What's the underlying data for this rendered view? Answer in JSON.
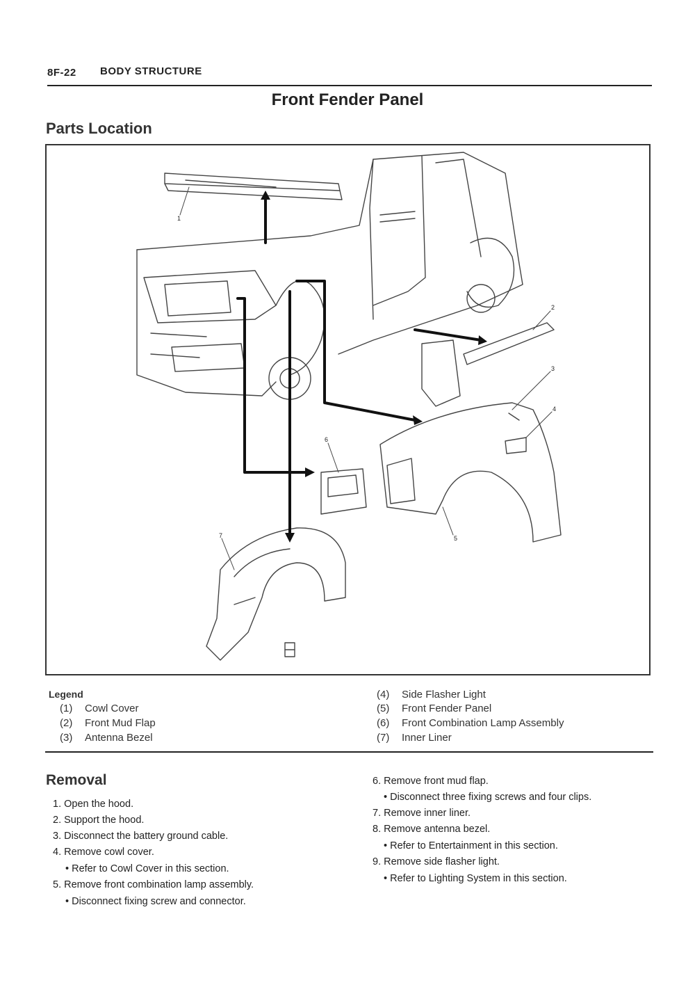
{
  "header": {
    "page_code": "8F-22",
    "section": "BODY STRUCTURE"
  },
  "title": "Front Fender Panel",
  "subtitle": "Parts Location",
  "figure": {
    "callouts": [
      "1",
      "2",
      "3",
      "4",
      "5",
      "6",
      "7"
    ]
  },
  "legend": {
    "title": "Legend",
    "items": [
      {
        "num": "(1)",
        "label": "Cowl Cover"
      },
      {
        "num": "(2)",
        "label": "Front Mud Flap"
      },
      {
        "num": "(3)",
        "label": "Antenna Bezel"
      },
      {
        "num": "(4)",
        "label": "Side Flasher Light"
      },
      {
        "num": "(5)",
        "label": "Front Fender Panel"
      },
      {
        "num": "(6)",
        "label": "Front Combination Lamp Assembly"
      },
      {
        "num": "(7)",
        "label": "Inner Liner"
      }
    ]
  },
  "removal": {
    "title": "Removal",
    "steps": [
      "1. Open the hood.",
      "2. Support the hood.",
      "3. Disconnect the battery ground cable.",
      "4. Remove cowl cover.",
      "• Refer to Cowl Cover in this section.",
      "5. Remove front combination lamp assembly.",
      "• Disconnect fixing screw and connector.",
      "6. Remove front mud flap.",
      "• Disconnect three fixing screws and four clips.",
      "7. Remove inner liner.",
      "8. Remove antenna bezel.",
      "• Refer to Entertainment in this section.",
      "9. Remove side flasher light.",
      "• Refer to Lighting System in this section."
    ]
  }
}
